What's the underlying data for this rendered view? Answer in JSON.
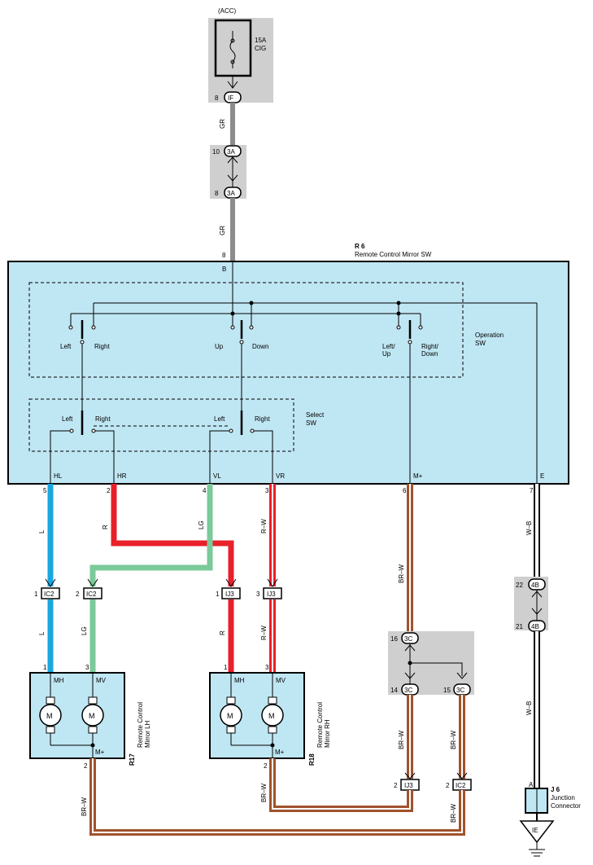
{
  "fuse": {
    "name": "15A\nCIG",
    "line1": "15A",
    "line2": "CIG",
    "supply": "(ACC)"
  },
  "connectors": {
    "if": {
      "id": "IF",
      "pin": "8"
    },
    "a3_top": {
      "id": "3A",
      "pin": "10"
    },
    "a3_bot": {
      "id": "3A",
      "pin": "8"
    },
    "ic2_l": {
      "id": "IC2",
      "pin": "1"
    },
    "ic2_lg": {
      "id": "IC2",
      "pin": "2"
    },
    "ij3_r": {
      "id": "IJ3",
      "pin": "1"
    },
    "ij3_rw": {
      "id": "IJ3",
      "pin": "3"
    },
    "b4_top": {
      "id": "4B",
      "pin": "22"
    },
    "b4_bot": {
      "id": "4B",
      "pin": "21"
    },
    "c3_top": {
      "id": "3C",
      "pin": "16"
    },
    "c3_l": {
      "id": "3C",
      "pin": "14"
    },
    "c3_r": {
      "id": "3C",
      "pin": "15"
    },
    "ij3_bot": {
      "id": "IJ3",
      "pin": "2"
    },
    "ic2_bot": {
      "id": "IC2",
      "pin": "2"
    }
  },
  "wires": {
    "gr1": "GR",
    "gr2": "GR",
    "gr_pin": "8",
    "l1": "L",
    "l2": "L",
    "r1": "R",
    "r2": "R",
    "lg1": "LG",
    "lg2": "LG",
    "rw1": "R–W",
    "rw2": "R–W",
    "brw1": "BR–W",
    "brw2": "BR–W",
    "brw3": "BR–W",
    "brw4": "BR–W",
    "brw5": "BR–W",
    "brw6": "BR–W",
    "wb1": "W–B",
    "wb2": "W–B"
  },
  "switch_unit": {
    "code": "R 6",
    "name": "Remote Control Mirror SW",
    "b_pin": "B",
    "operation": {
      "label1": "Operation",
      "label2": "SW",
      "left": "Left",
      "right": "Right",
      "up": "Up",
      "down": "Down",
      "leftup1": "Left/",
      "leftup2": "Up",
      "rightdown1": "Right/",
      "rightdown2": "Down"
    },
    "select": {
      "label1": "Select",
      "label2": "SW",
      "left1": "Left",
      "right1": "Right",
      "left2": "Left",
      "right2": "Right"
    },
    "terminals": {
      "hl": "HL",
      "hr": "HR",
      "vl": "VL",
      "vr": "VR",
      "mplus": "M+",
      "e": "E"
    },
    "pins": {
      "hl": "5",
      "hr": "2",
      "vl": "4",
      "vr": "3",
      "mplus": "6",
      "e": "7"
    }
  },
  "mirror_lh": {
    "code": "R17",
    "name1": "Remote Control",
    "name2": "Mirror LH",
    "mh": "MH",
    "mv": "MV",
    "mplus": "M+",
    "motor": "M",
    "pin_mh": "1",
    "pin_mv": "3",
    "pin_mplus": "2"
  },
  "mirror_rh": {
    "code": "R18",
    "name1": "Remote Control",
    "name2": "Mirror RH",
    "mh": "MH",
    "mv": "MV",
    "mplus": "M+",
    "motor": "M",
    "pin_mh": "1",
    "pin_mv": "3",
    "pin_mplus": "2"
  },
  "junction": {
    "code": "J 6",
    "name1": "Junction",
    "name2": "Connector",
    "pin": "A"
  },
  "ground": {
    "id": "IE"
  },
  "colors": {
    "L": "#19a7e0",
    "R": "#e8202a",
    "LG": "#7cc99a",
    "BRW": "#a0522d",
    "GR": "#8c8c8c",
    "panel": "#bfe6f3",
    "grey": "#cfcfcf"
  }
}
